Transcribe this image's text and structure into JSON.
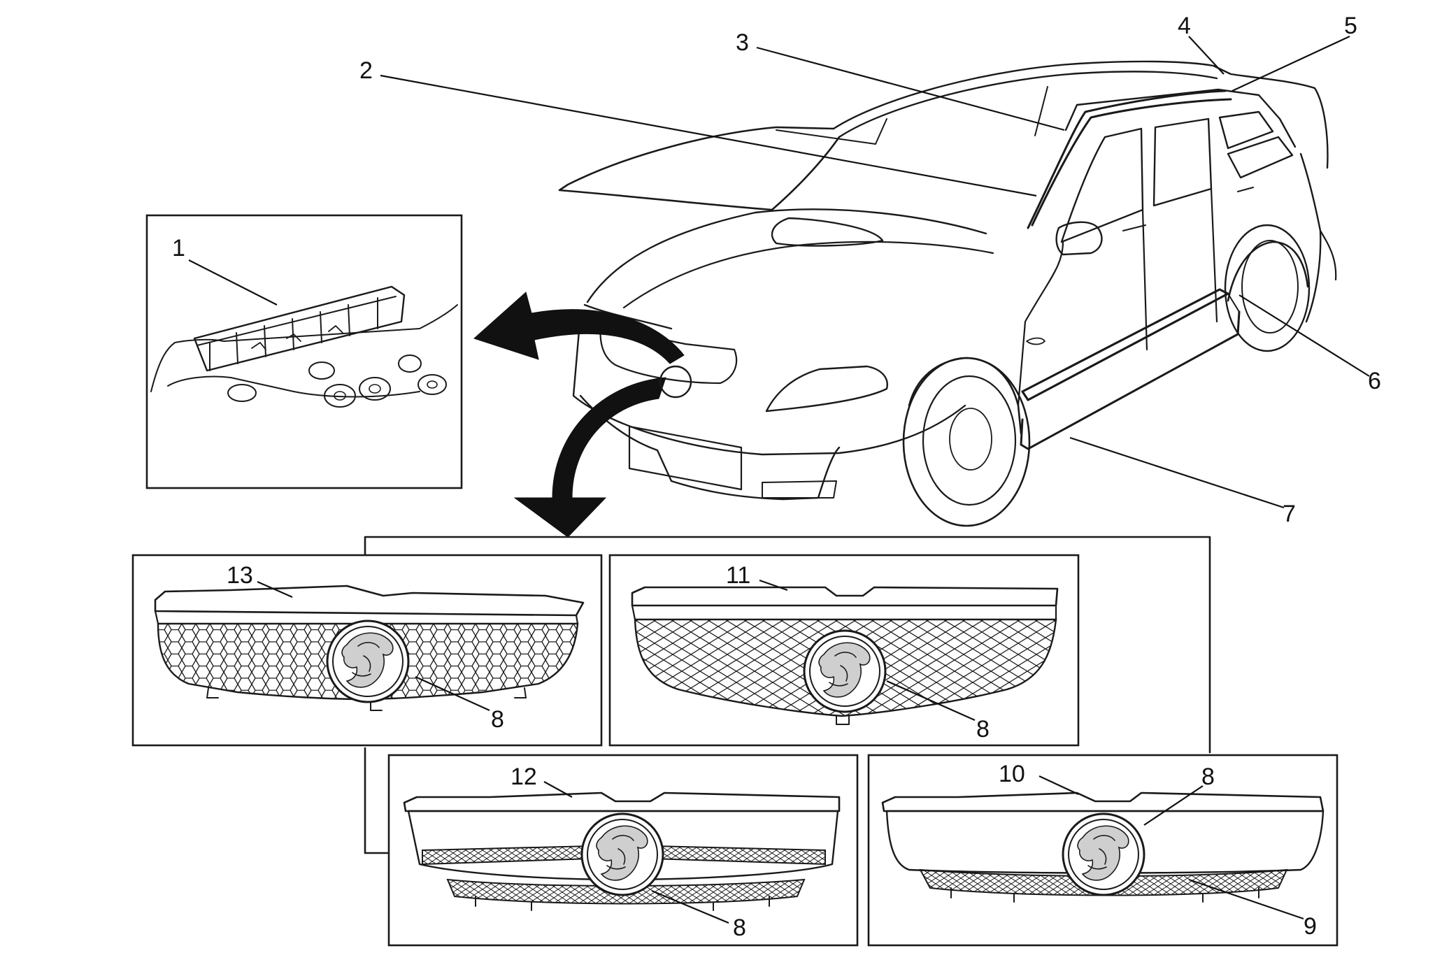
{
  "callouts": [
    {
      "id": "c1",
      "number": "1"
    },
    {
      "id": "c2",
      "number": "2"
    },
    {
      "id": "c3",
      "number": "3"
    },
    {
      "id": "c4",
      "number": "4"
    },
    {
      "id": "c5",
      "number": "5"
    },
    {
      "id": "c6",
      "number": "6"
    },
    {
      "id": "c7",
      "number": "7"
    },
    {
      "id": "c8a",
      "number": "8"
    },
    {
      "id": "c8b",
      "number": "8"
    },
    {
      "id": "c8c",
      "number": "8"
    },
    {
      "id": "c8d",
      "number": "8"
    },
    {
      "id": "c9",
      "number": "9"
    },
    {
      "id": "c10",
      "number": "10"
    },
    {
      "id": "c11",
      "number": "11"
    },
    {
      "id": "c12",
      "number": "12"
    },
    {
      "id": "c13",
      "number": "13"
    }
  ]
}
